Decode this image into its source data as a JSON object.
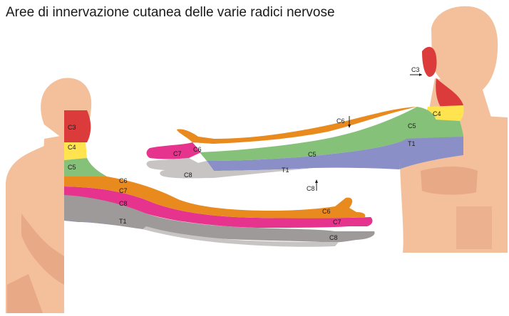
{
  "title": "Aree di innervazione cutanea delle varie radici nervose",
  "colors": {
    "skin": "#f3c09b",
    "skin_shade": "#e8a987",
    "C3": "#dc3b3c",
    "C4": "#ffe34f",
    "C5": "#86c17a",
    "C6": "#e98a1f",
    "C7": "#e6338e",
    "C8": "#bfbfbf",
    "T1": "#8a8fc7"
  },
  "back_view": {
    "labels": {
      "c3": "C3",
      "c4": "C4",
      "c5": "C5",
      "c6": "C6",
      "c7": "C7",
      "c8": "C8",
      "t1": "T1"
    },
    "hand_labels": {
      "c6": "C6",
      "c7": "C7",
      "c8": "C8"
    }
  },
  "front_view": {
    "labels": {
      "c3": "C3",
      "c4": "C4",
      "c5_shoulder": "C5",
      "t1": "T1",
      "c5_arm": "C5",
      "t1_arm": "T1"
    },
    "hand_labels": {
      "c6": "C6",
      "c7": "C7",
      "c8": "C8"
    },
    "pointer_labels": {
      "c6": "C6",
      "c8": "C8"
    }
  }
}
